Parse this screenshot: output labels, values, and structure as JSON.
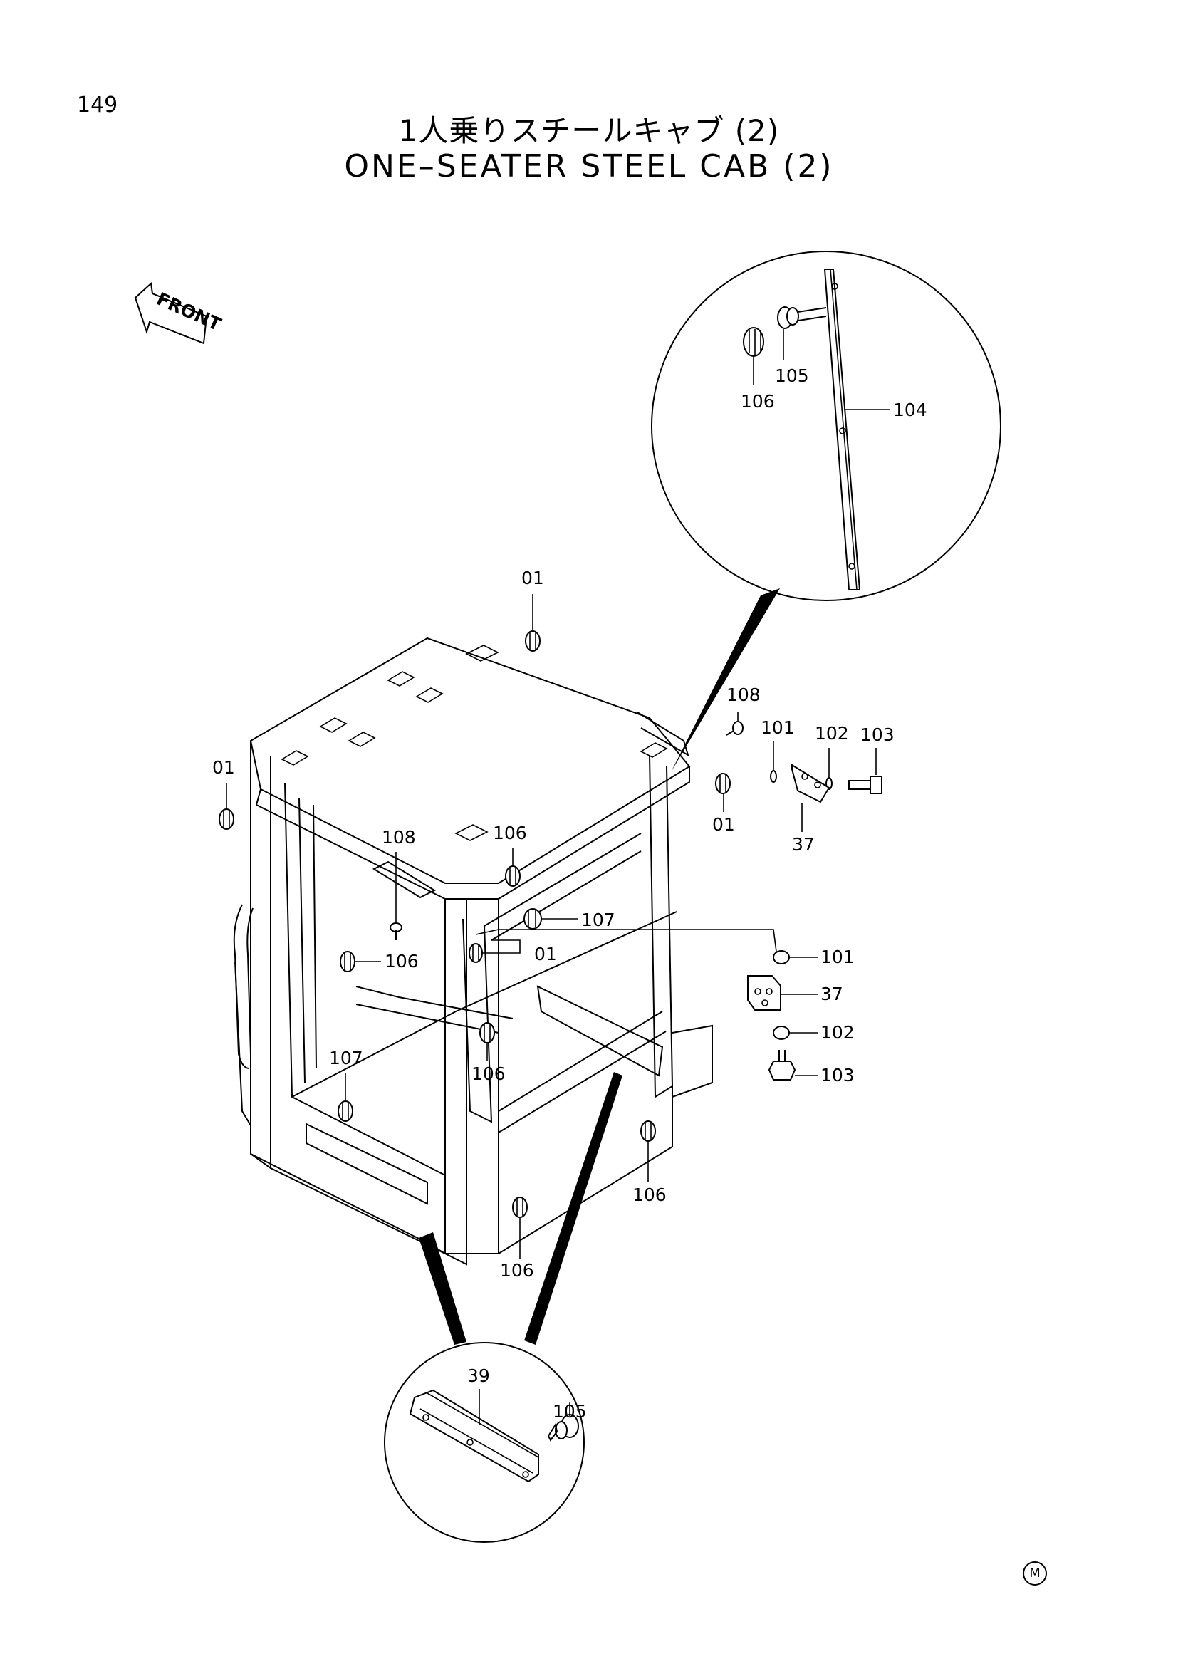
{
  "page_number": "149",
  "title_jp": "1人乗りスチールキャブ (2)",
  "title_en": "ONE–SEATER STEEL CAB (2)",
  "front_label": "FRONT",
  "footer_mark": "M",
  "callouts": {
    "detail_top": {
      "c106": "106",
      "c105": "105",
      "c104": "104"
    },
    "main": {
      "c01_top": "01",
      "c01_left": "01",
      "c01_right": "01",
      "c01_center": "01",
      "c108_right": "108",
      "c108_center": "108",
      "c101_a": "101",
      "c102_a": "102",
      "c103_a": "103",
      "c37_a": "37",
      "c106_upper": "106",
      "c106_left": "106",
      "c106_mid": "106",
      "c106_right": "106",
      "c106_bottom": "106",
      "c107_upper": "107",
      "c107_left": "107",
      "c101_b": "101",
      "c37_b": "37",
      "c102_b": "102",
      "c103_b": "103"
    },
    "detail_bottom": {
      "c39": "39",
      "c105": "105"
    }
  }
}
